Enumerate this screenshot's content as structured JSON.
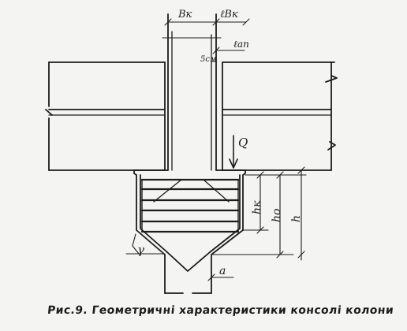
{
  "figure": {
    "caption": "Рис.9. Геометричні характеристики консолі колони",
    "labels": {
      "bk": "Bк",
      "lbk": "ℓBк",
      "lan": "ℓan",
      "five_cm": "5см",
      "q": "Q",
      "hk": "hк",
      "ho": "ho",
      "h": "h",
      "a": "a",
      "gamma": "γ"
    }
  }
}
